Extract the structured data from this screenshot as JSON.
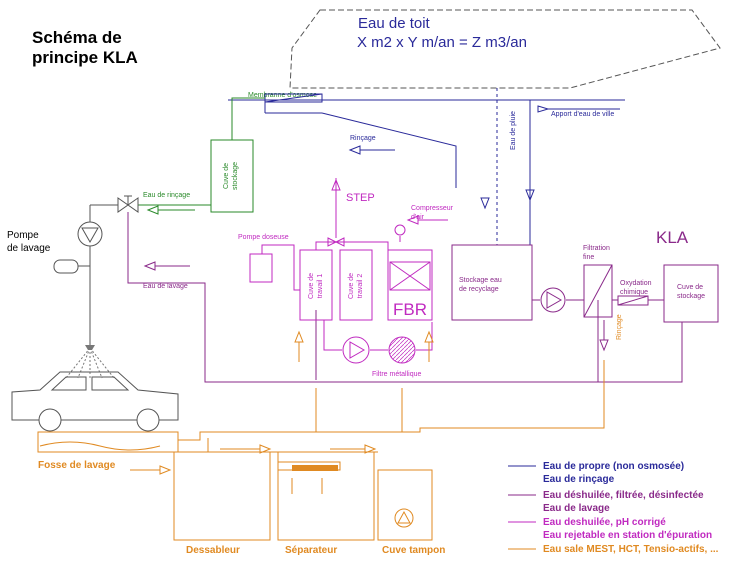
{
  "title_line1": "Schéma de",
  "title_line2": "principe KLA",
  "roof_line1": "Eau de toit",
  "roof_line2": "X m2 x Y m/an = Z m3/an",
  "kla_label": "KLA",
  "labels": {
    "membrane": "Membranne d'osmose",
    "apport": "Apport d'eau de ville",
    "rincage_top": "Rinçage",
    "eau_de_pluie": "Eau de pluie",
    "cuve_stockage_left_1": "Cuve de",
    "cuve_stockage_left_2": "stockage",
    "eau_de_rincage": "Eau de rinçage",
    "pompe_lavage_1": "Pompe",
    "pompe_lavage_2": "de lavage",
    "eau_de_lavage": "Eau de lavage",
    "step": "STEP",
    "compresseur_1": "Compresseur",
    "compresseur_2": "d'air",
    "pompe_doseuse": "Pompe doseuse",
    "cuve_travail_1a": "Cuve de",
    "cuve_travail_1b": "travail 1",
    "cuve_travail_2a": "Cuve de",
    "cuve_travail_2b": "travail 2",
    "fbr": "FBR",
    "stockage_recyclage_1": "Stockage eau",
    "stockage_recyclage_2": "de recyclage",
    "filtration_1": "Filtration",
    "filtration_2": "fine",
    "oxydation_1": "Oxydation",
    "oxydation_2": "chimique",
    "cuve_stockage_right_1": "Cuve de",
    "cuve_stockage_right_2": "stockage",
    "rincage_right": "Rinçage",
    "filtre_metallique": "Filtre métallique",
    "fosse_lavage": "Fosse de lavage",
    "dessableur": "Dessableur",
    "separateur": "Séparateur",
    "cuve_tampon": "Cuve tampon"
  },
  "legend": [
    {
      "line1": "Eau de propre (non osmosée)",
      "line2": "Eau de rinçage",
      "color": "#2a2a9a"
    },
    {
      "line1": "Eau déshuilée, filtrée, désinfectée",
      "line2": "Eau de lavage",
      "color": "#8a2a8a"
    },
    {
      "line1": "Eau deshuilée, pH corrigé",
      "line2": "Eau rejetable en station d'épuration",
      "color": "#c02ac0"
    },
    {
      "line1": "Eau sale MEST, HCT, Tensio-actifs, ...",
      "line2": "",
      "color": "#e08a22"
    }
  ],
  "colors": {
    "blue": "#2a2a9a",
    "purple": "#8a2a8a",
    "magenta": "#c02ac0",
    "orange": "#e08a22",
    "green": "#2a8a2a"
  }
}
